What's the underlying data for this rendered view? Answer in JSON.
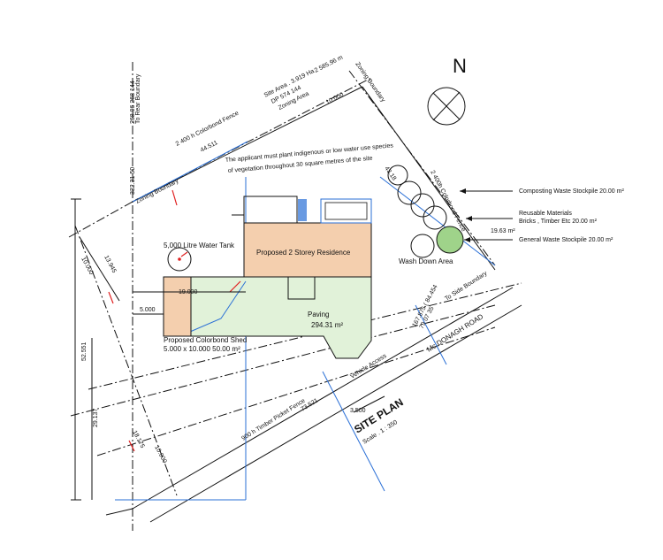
{
  "colors": {
    "residence_fill": "#f4cfae",
    "shed_fill": "#f4cfae",
    "paving_fill": "#e1f2d9",
    "boundary_line": "#2a6fd6",
    "marker": "#e02020",
    "waste_circle_fill": "#9fd38a"
  },
  "north": {
    "label": "N"
  },
  "title": {
    "main": "SITE  PLAN",
    "scale": "Scale . 1 : 350"
  },
  "site_info": {
    "area": "Site  Area  .  3.919  Ha",
    "dp": "DP  574 144",
    "zoning_area": "Zoning  Area"
  },
  "notes": {
    "planting": "The  applicant  must  plant  indigenous  or  low  water  use  species",
    "planting_2": "of  vegetation  throughout  30  square  metres  of  the  site"
  },
  "labels": {
    "residence": "Proposed  2  Storey  Residence",
    "water_tank": "5,000  Litre  Water  Tank",
    "shed_1": "Proposed  Colorbond  Shed",
    "shed_2": "5.000 x 10.000   50.00 m²",
    "paving": "Paving",
    "paving_area": "294.31 m²",
    "wash_down": "Wash  Down  Area",
    "vehicle_access": "Vehicle  Access",
    "road": "Mc  DONAGH     ROAD",
    "picket_fence": "900 h  Timber  Picket  Fence",
    "colorbond_fence_top": "2 400 h  Colorbond  Fence",
    "colorbond_fence_right": "2 400h  Colorbond  Fence",
    "zoning_boundary_left": "Zoning  Boundary",
    "zoning_boundary_top": "Zoning  Boundary",
    "side_boundary": "To  Side  Boundary",
    "rear_boundary": "To  Rear  Boundary",
    "composting": "Composting  Waste  Stockpile  20.00 m²",
    "reusable_1": "Reusable  Materials",
    "reusable_2": "Bricks ,  Timber  Etc  20.00 m²",
    "stockpile_area": "19.63 m²",
    "general_waste": "General  Waste  Stockpile  20.00 m²"
  },
  "dimensions": {
    "d_2585": "2 585.96 m",
    "d_10000_top": "10.000",
    "d_44511": "44.511",
    "d_43": "43.18",
    "d_332": "332.31 50",
    "d_268": "268.96  268 144",
    "d_10000_left": "10.000",
    "d_13945": "13.945",
    "d_19000": "19.000",
    "d_5000": "5.000",
    "d_52551": "52.551",
    "d_29137": "29.137",
    "d_18175": "18.175",
    "d_10000_bottom": "10.000",
    "d_73521": "73.521",
    "d_3500": "3.500",
    "d_bearing_1": "167.875  (  84.454",
    "d_bearing_2": "79  07 35"
  }
}
